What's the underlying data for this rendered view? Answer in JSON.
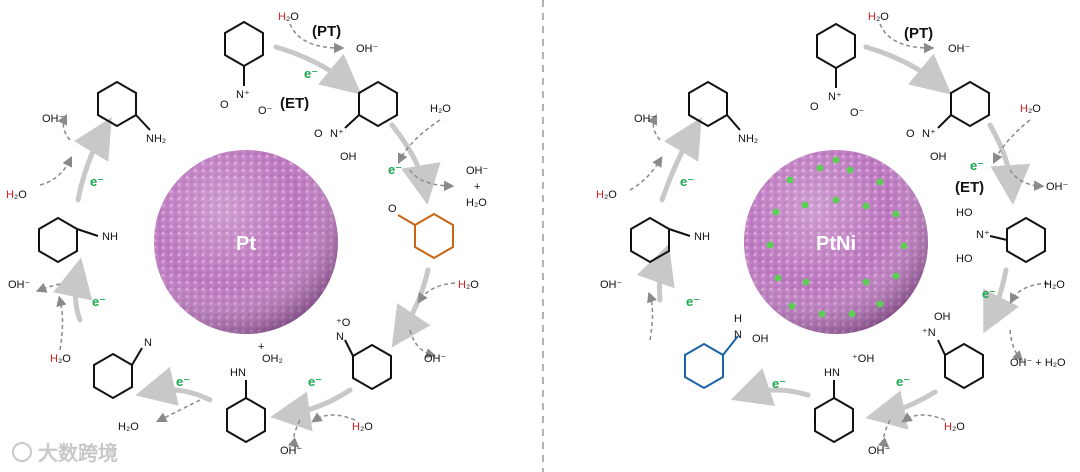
{
  "colors": {
    "sphere_main": "#b36fb8",
    "sphere_light": "#e6b6e6",
    "sphere_dark": "#6f3471",
    "ni_dot": "#58d24e",
    "electron": "#1aa84f",
    "hydrogen_red": "#d81e1e",
    "nitroso_orange": "#c86414",
    "hydroxylamine_blue": "#1b62a8",
    "arrow_gray": "#c8c8c8",
    "dash_gray": "#8a8a8a",
    "divider": "#9a9a9a"
  },
  "left": {
    "sphere_label": "Pt",
    "pt_label": "(PT)",
    "et_label": "(ET)",
    "electron": "e⁻",
    "water_h": "H",
    "water_rest": "₂O",
    "hydroxide": "OH⁻",
    "plus": "+",
    "nitro_label": "N⁺",
    "nitro_o": "O",
    "nitro_ominus": "O⁻",
    "nh2": "NH₂",
    "nh": "NH",
    "n": "N",
    "hn_oh2": "HN",
    "oh2_plus": "OH₂",
    "n_oh_minus": "OH",
    "o_eq": "O"
  },
  "right": {
    "sphere_label": "PtNi",
    "pt_label": "(PT)",
    "et_label": "(ET)",
    "electron": "e⁻",
    "hydroxide": "OH⁻",
    "oh_plus_h2o": "OH⁻ + H₂O",
    "nh": "N",
    "nh_h": "H",
    "oh": "OH",
    "ho": "HO"
  },
  "watermark": "大数跨境"
}
